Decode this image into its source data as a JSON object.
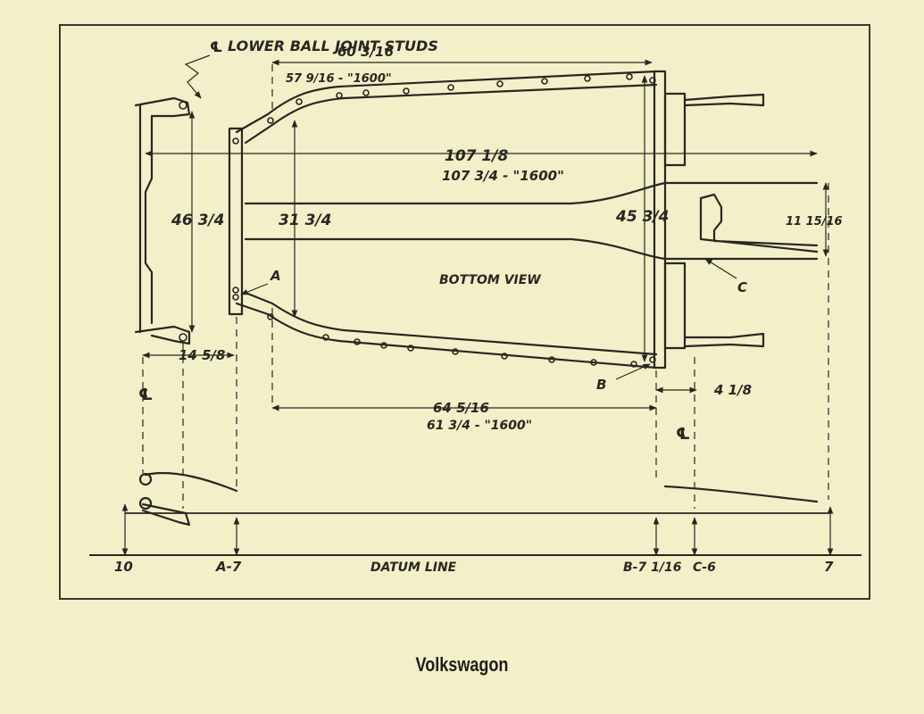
{
  "drawing": {
    "frame_labels": {
      "lower_ball_joint_studs": "LOWER BALL JOINT STUDS",
      "bottom_view": "BOTTOM VIEW",
      "datum_line": "DATUM LINE",
      "centerline_symbol": "℄"
    },
    "points": {
      "a": "A",
      "b": "B",
      "c": "C"
    },
    "dimensions": {
      "dim_60_3_16": "60 3/16",
      "dim_57_9_16_1600": "57 9/16 - \"1600\"",
      "dim_107_1_8": "107 1/8",
      "dim_107_3_4_1600": "107 3/4 - \"1600\"",
      "dim_46_3_4": "46 3/4",
      "dim_31_3_4": "31 3/4",
      "dim_45_3_4": "45 3/4",
      "dim_11_15_16": "11 15/16",
      "dim_14_5_8": "14 5/8",
      "dim_64_5_16": "64 5/16",
      "dim_61_3_4_1600": "61 3/4 - \"1600\"",
      "dim_4_1_8": "4 1/8"
    },
    "datum_heights": {
      "h_10": "10",
      "h_a7": "A-7",
      "h_b7": "B-7 1/16",
      "h_c6": "C-6",
      "h_7": "7"
    }
  },
  "caption": "Volkswagon"
}
